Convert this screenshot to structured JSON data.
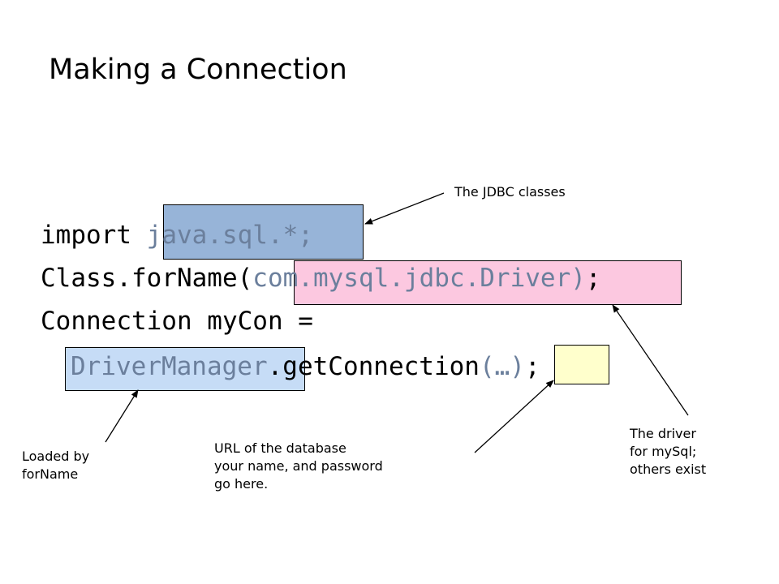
{
  "slide": {
    "title": "Making a Connection",
    "code": {
      "line1_keyword": "import ",
      "line1_pkg": "java.sql.*;",
      "line2_prefix": "Class.forName(",
      "line2_arg": "com.mysql.jdbc.Driver)",
      "line2_suffix": ";",
      "line3": "Connection myCon =",
      "line4_class": "DriverManager",
      "line4_method": ".getConnection",
      "line4_args": "(…)",
      "line4_suffix": ";"
    },
    "annotations": {
      "jdbc_classes": "The JDBC classes",
      "loaded_by": "Loaded by\nforName",
      "url_note": "URL of the database\nyour name, and password\ngo here.",
      "driver_note": "The driver\nfor mySql;\nothers exist"
    },
    "colors": {
      "box_blue": "#97b4d8",
      "box_pink": "#fcc8e0",
      "box_lightblue": "#c6dcf6",
      "box_yellow": "#ffffcc",
      "muted_code": "#6b7f9c"
    }
  }
}
